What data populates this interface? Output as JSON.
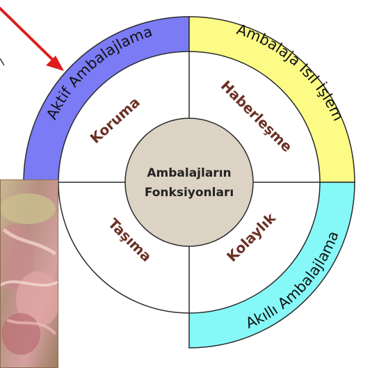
{
  "diagram": {
    "center": {
      "line1": "Ambalajların",
      "line2": "Fonksiyonları"
    },
    "functions": [
      {
        "label": "Koruma"
      },
      {
        "label": "Haberleşme"
      },
      {
        "label": "Taşıma"
      },
      {
        "label": "Kolaylık"
      }
    ],
    "outer_ring": [
      {
        "label": "Aktif Ambalajlama",
        "color": "#7b7bf5"
      },
      {
        "label": "Ambalaja Isıl İşlem",
        "color": "#fbfb86"
      },
      {
        "label": "Akıllı Ambalajlama",
        "color": "#86f8f8"
      }
    ],
    "colors": {
      "arrow": "#dd1c1c",
      "center_fill": "#ddd3c4",
      "inner_ring": "#ffffff",
      "outline": "#2a2a2a",
      "inner_text": "#6b2f24"
    }
  },
  "photo": {
    "description_icon": "food-photo-icon"
  }
}
